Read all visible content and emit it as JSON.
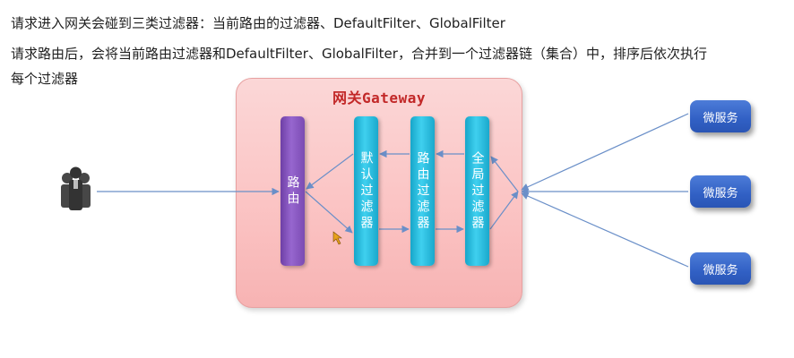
{
  "text": {
    "line1": "请求进入网关会碰到三类过滤器：当前路由的过滤器、DefaultFilter、GlobalFilter",
    "line2": "请求路由后，会将当前路由过滤器和DefaultFilter、GlobalFilter，合并到一个过滤器链（集合）中，排序后依次执行",
    "line3": "每个过滤器"
  },
  "diagram": {
    "gateway_title": "网关Gateway",
    "bars": {
      "route": "路由",
      "default_filter": "默认过滤器",
      "route_filter": "路由过滤器",
      "global_filter": "全局过滤器"
    },
    "microservices": [
      "微服务",
      "微服务",
      "微服务"
    ],
    "users_icon": "users-icon",
    "colors": {
      "gateway_fill": "#fbc8c8",
      "gateway_title": "#c22828",
      "route_bar": "#7e4cb8",
      "filter_bar": "#2bbbe0",
      "microservice": "#3a68cc",
      "arrow": "#6a8fc8"
    }
  }
}
